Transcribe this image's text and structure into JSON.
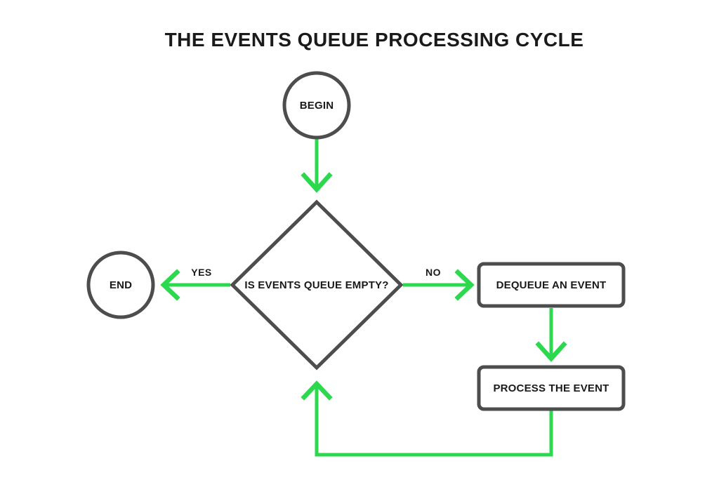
{
  "title": "THE EVENTS QUEUE PROCESSING CYCLE",
  "colors": {
    "background": "#ffffff",
    "arrow_green": "#2bd84e",
    "node_border_gray": "#4d4d4d",
    "text_black": "#1a1a1a"
  },
  "nodes": {
    "begin": {
      "label": "BEGIN",
      "shape": "circle"
    },
    "decision": {
      "label": "IS EVENTS QUEUE EMPTY?",
      "shape": "diamond"
    },
    "end": {
      "label": "END",
      "shape": "circle"
    },
    "dequeue": {
      "label": "DEQUEUE AN EVENT",
      "shape": "rounded-rect"
    },
    "process": {
      "label": "PROCESS THE EVENT",
      "shape": "rounded-rect"
    }
  },
  "edge_labels": {
    "yes": "YES",
    "no": "NO"
  }
}
